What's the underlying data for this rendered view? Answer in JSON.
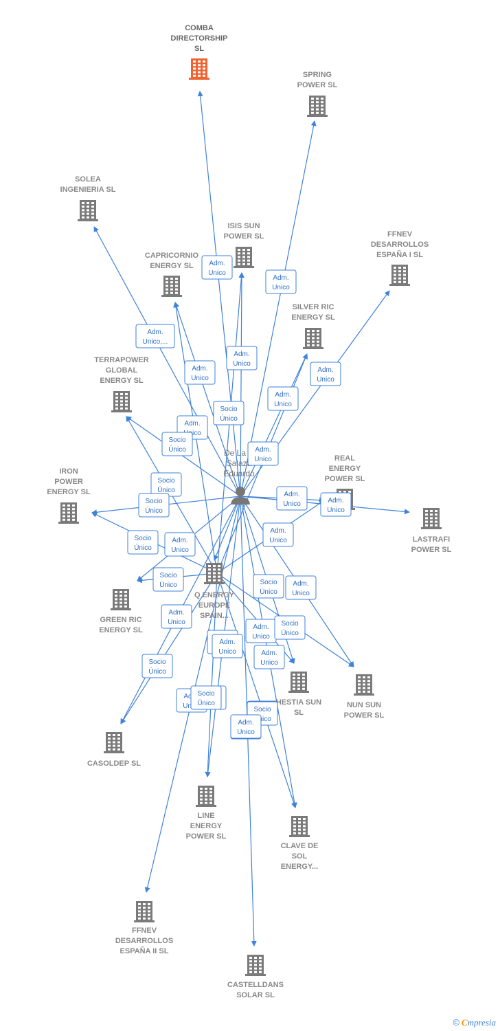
{
  "colors": {
    "edge": "#3f82d8",
    "building": "#7a7a7a",
    "focal_building": "#f26230",
    "label": "#888888",
    "person": "#777777"
  },
  "center": {
    "name_lines": [
      "De La H",
      "Salaza",
      "Eduardo"
    ],
    "icon": "person-icon"
  },
  "nodes": [
    {
      "id": "comba",
      "lines": [
        "COMBA",
        "DIRECTORSHIP",
        "SL"
      ],
      "focal": true
    },
    {
      "id": "spring",
      "lines": [
        "SPRING",
        "POWER  SL"
      ]
    },
    {
      "id": "solea",
      "lines": [
        "SOLEA",
        "INGENIERIA SL"
      ]
    },
    {
      "id": "isis",
      "lines": [
        "ISIS SUN",
        "POWER  SL"
      ]
    },
    {
      "id": "ffnev1",
      "lines": [
        "FFNEV",
        "DESARROLLOS",
        "ESPAÑA I  SL"
      ]
    },
    {
      "id": "capricornio",
      "lines": [
        "CAPRICORNIO",
        "ENERGY  SL"
      ]
    },
    {
      "id": "silver",
      "lines": [
        "SILVER RIC",
        "ENERGY  SL"
      ]
    },
    {
      "id": "terrapower",
      "lines": [
        "TERRAPOWER",
        "GLOBAL",
        "ENERGY  SL"
      ]
    },
    {
      "id": "real",
      "lines": [
        "REAL",
        "ENERGY",
        "POWER  SL"
      ]
    },
    {
      "id": "iron",
      "lines": [
        "IRON",
        "POWER",
        "ENERGY  SL"
      ]
    },
    {
      "id": "lastrafi",
      "lines": [
        "LASTRAFI",
        "POWER  SL"
      ]
    },
    {
      "id": "qenergy",
      "lines": [
        "Q ENERGY",
        "EUROPE",
        "SPAIN..."
      ]
    },
    {
      "id": "greenric",
      "lines": [
        "GREEN RIC",
        "ENERGY  SL"
      ]
    },
    {
      "id": "hestia",
      "lines": [
        "HESTIA SUN",
        "SL"
      ]
    },
    {
      "id": "nunsun",
      "lines": [
        "NUN SUN",
        "POWER  SL"
      ]
    },
    {
      "id": "casoldep",
      "lines": [
        "CASOLDEP  SL"
      ]
    },
    {
      "id": "line",
      "lines": [
        "LINE",
        "ENERGY",
        "POWER  SL"
      ]
    },
    {
      "id": "clave",
      "lines": [
        "CLAVE DE",
        "SOL",
        "ENERGY..."
      ]
    },
    {
      "id": "ffnev2",
      "lines": [
        "FFNEV",
        "DESARROLLOS",
        "ESPAÑA II  SL"
      ]
    },
    {
      "id": "castelldans",
      "lines": [
        "CASTELLDANS",
        "SOLAR  SL"
      ]
    }
  ],
  "edges": [
    {
      "from": "center",
      "to": "comba"
    },
    {
      "from": "center",
      "to": "spring"
    },
    {
      "from": "center",
      "to": "solea"
    },
    {
      "from": "center",
      "to": "isis"
    },
    {
      "from": "qenergy",
      "to": "isis"
    },
    {
      "from": "center",
      "to": "ffnev1"
    },
    {
      "from": "center",
      "to": "capricornio"
    },
    {
      "from": "qenergy",
      "to": "capricornio"
    },
    {
      "from": "center",
      "to": "silver"
    },
    {
      "from": "qenergy",
      "to": "silver"
    },
    {
      "from": "center",
      "to": "terrapower"
    },
    {
      "from": "qenergy",
      "to": "terrapower"
    },
    {
      "from": "center",
      "to": "real"
    },
    {
      "from": "qenergy",
      "to": "real"
    },
    {
      "from": "center",
      "to": "iron"
    },
    {
      "from": "qenergy",
      "to": "iron"
    },
    {
      "from": "center",
      "to": "lastrafi"
    },
    {
      "from": "center",
      "to": "greenric"
    },
    {
      "from": "qenergy",
      "to": "greenric"
    },
    {
      "from": "center",
      "to": "hestia"
    },
    {
      "from": "qenergy",
      "to": "hestia"
    },
    {
      "from": "center",
      "to": "nunsun"
    },
    {
      "from": "qenergy",
      "to": "nunsun"
    },
    {
      "from": "center",
      "to": "casoldep"
    },
    {
      "from": "qenergy",
      "to": "casoldep"
    },
    {
      "from": "center",
      "to": "line"
    },
    {
      "from": "qenergy",
      "to": "line"
    },
    {
      "from": "center",
      "to": "clave"
    },
    {
      "from": "qenergy",
      "to": "clave"
    },
    {
      "from": "center",
      "to": "ffnev2"
    },
    {
      "from": "center",
      "to": "castelldans"
    },
    {
      "from": "center",
      "to": "qenergy"
    }
  ],
  "badges": [
    {
      "id": "b1",
      "lines": [
        "Adm.",
        "Unico"
      ]
    },
    {
      "id": "b2",
      "lines": [
        "Adm.",
        "Unico"
      ]
    },
    {
      "id": "b3",
      "lines": [
        "Adm.",
        "Unico,..."
      ]
    },
    {
      "id": "b4",
      "lines": [
        "Adm.",
        "Unico"
      ]
    },
    {
      "id": "b5",
      "lines": [
        "Adm.",
        "Unico"
      ]
    },
    {
      "id": "b6",
      "lines": [
        "Adm.",
        "Unico"
      ]
    },
    {
      "id": "b7",
      "lines": [
        "Adm.",
        "Unico"
      ]
    },
    {
      "id": "b8",
      "lines": [
        "Socio",
        "Único"
      ]
    },
    {
      "id": "b9",
      "lines": [
        "Adm.",
        "Unico"
      ]
    },
    {
      "id": "b10",
      "lines": [
        "Socio",
        "Único"
      ]
    },
    {
      "id": "b11",
      "lines": [
        "Adm.",
        "Unico"
      ]
    },
    {
      "id": "b12",
      "lines": [
        "Socio",
        "Único"
      ]
    },
    {
      "id": "b13",
      "lines": [
        "Socio",
        "Único"
      ]
    },
    {
      "id": "b14",
      "lines": [
        "Adm.",
        "Unico"
      ]
    },
    {
      "id": "b15",
      "lines": [
        "Adm.",
        "Unico"
      ]
    },
    {
      "id": "b16",
      "lines": [
        "Adm.",
        "Unico"
      ]
    },
    {
      "id": "b17",
      "lines": [
        "Socio",
        "Único"
      ]
    },
    {
      "id": "b18",
      "lines": [
        "Adm.",
        "Unico"
      ]
    },
    {
      "id": "b19",
      "lines": [
        "Socio",
        "Único"
      ]
    },
    {
      "id": "b20",
      "lines": [
        "Socio",
        "Único"
      ]
    },
    {
      "id": "b21",
      "lines": [
        "Adm.",
        "Unico"
      ]
    },
    {
      "id": "b22",
      "lines": [
        "Adm.",
        "Unico"
      ]
    },
    {
      "id": "b23",
      "lines": [
        "Adm.",
        "Unico"
      ]
    },
    {
      "id": "b24",
      "lines": [
        "Socio",
        "Único"
      ]
    },
    {
      "id": "b25",
      "lines": [
        "Socio",
        "Único"
      ]
    },
    {
      "id": "b26",
      "lines": [
        "Adm.",
        "Unico"
      ]
    },
    {
      "id": "b27",
      "lines": [
        "Socio",
        "Único"
      ]
    },
    {
      "id": "b28",
      "lines": [
        "Adm.",
        "Unico"
      ]
    },
    {
      "id": "b29",
      "lines": [
        "Adm.",
        "Unico"
      ]
    },
    {
      "id": "b30",
      "lines": [
        "Adm.",
        "Unico"
      ]
    },
    {
      "id": "b31",
      "lines": [
        "Socio",
        "Único"
      ]
    },
    {
      "id": "b32",
      "lines": [
        "Socio",
        "Único"
      ]
    },
    {
      "id": "b33",
      "lines": [
        "Adm.",
        "Unico"
      ]
    },
    {
      "id": "b34",
      "lines": [
        "Socio",
        "Único"
      ]
    },
    {
      "id": "b35",
      "lines": [
        "Adm.",
        "Unico"
      ]
    }
  ],
  "footer": {
    "copyright": "©",
    "brand_first": "C",
    "brand_rest": "mpresia"
  }
}
